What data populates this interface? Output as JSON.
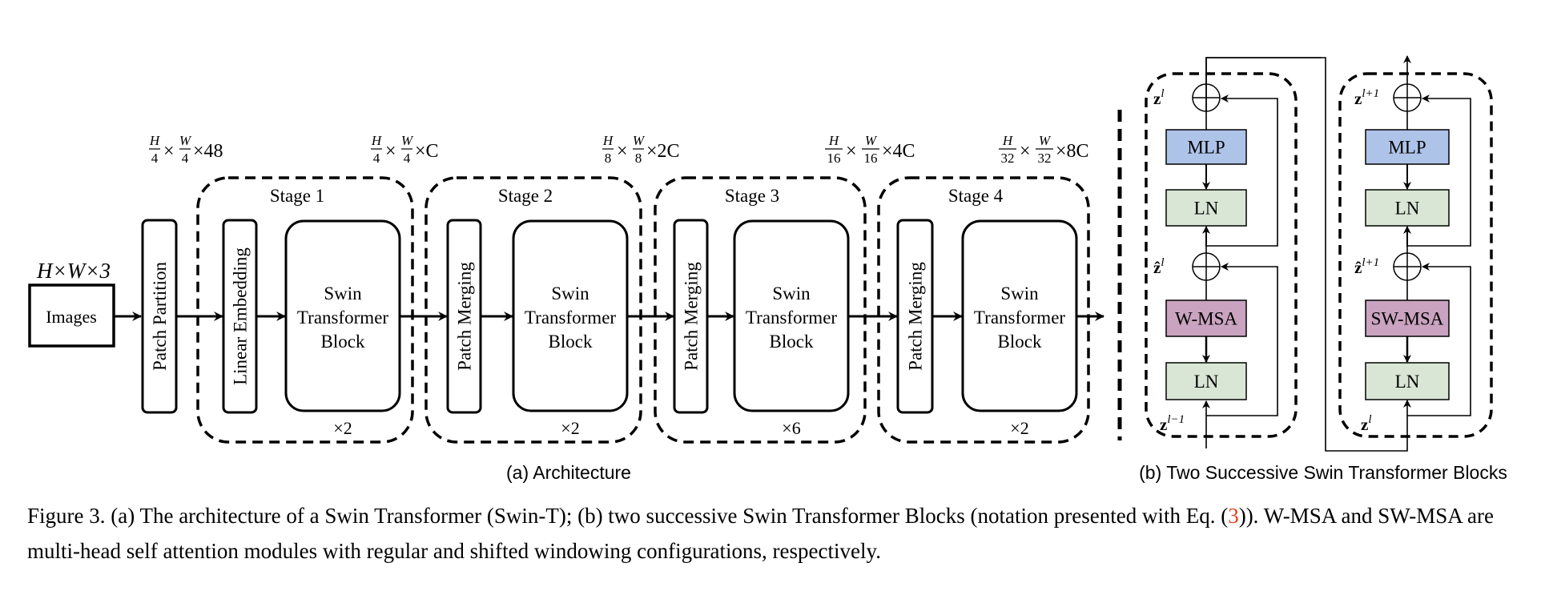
{
  "figure": {
    "input": {
      "dims": "H×W×3",
      "label": "Images"
    },
    "patch_partition": {
      "label": "Patch Partition",
      "dims": [
        "H/4",
        "W/4",
        "×48"
      ]
    },
    "stages": [
      {
        "title": "Stage 1",
        "first_block": "Linear Embedding",
        "block_lines": [
          "Swin",
          "Transformer",
          "Block"
        ],
        "repeat": "×2",
        "dims": [
          "H/4",
          "W/4",
          "×C"
        ]
      },
      {
        "title": "Stage 2",
        "first_block": "Patch Merging",
        "block_lines": [
          "Swin",
          "Transformer",
          "Block"
        ],
        "repeat": "×2",
        "dims": [
          "H/8",
          "W/8",
          "×2C"
        ]
      },
      {
        "title": "Stage 3",
        "first_block": "Patch Merging",
        "block_lines": [
          "Swin",
          "Transformer",
          "Block"
        ],
        "repeat": "×6",
        "dims": [
          "H/16",
          "W/16",
          "×4C"
        ]
      },
      {
        "title": "Stage 4",
        "first_block": "Patch Merging",
        "block_lines": [
          "Swin",
          "Transformer",
          "Block"
        ],
        "repeat": "×2",
        "dims": [
          "H/32",
          "W/32",
          "×8C"
        ]
      }
    ],
    "subcaption_a": "(a) Architecture",
    "subcaption_b": "(b) Two Successive Swin Transformer Blocks",
    "blocks": [
      {
        "mlp": "MLP",
        "ln_top": "LN",
        "attn": "W-MSA",
        "ln_bottom": "LN",
        "z_out": "z",
        "z_out_sup": "l",
        "z_hat": "ẑ",
        "z_hat_sup": "l",
        "z_in": "z",
        "z_in_sup": "l−1"
      },
      {
        "mlp": "MLP",
        "ln_top": "LN",
        "attn": "SW-MSA",
        "ln_bottom": "LN",
        "z_out": "z",
        "z_out_sup": "l+1",
        "z_hat": "ẑ",
        "z_hat_sup": "l+1",
        "z_in": "z",
        "z_in_sup": "l"
      }
    ],
    "colors": {
      "mlp": "#aec3e8",
      "ln": "#d9e6d6",
      "attn": "#c9a3bf",
      "ref": "#e8401c"
    }
  },
  "caption": {
    "prefix": "Figure 3. (a) The architecture of a Swin Transformer (Swin-T); (b) two successive Swin Transformer Blocks (notation presented with Eq. (",
    "ref": "3",
    "suffix": ")). W-MSA and SW-MSA are multi-head self attention modules with regular and shifted windowing configurations, respectively."
  }
}
